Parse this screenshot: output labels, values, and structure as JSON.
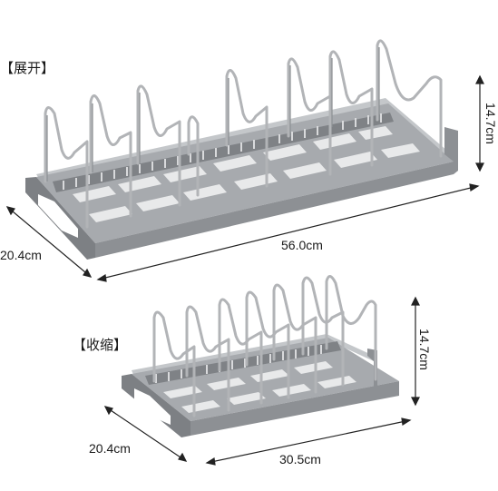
{
  "labels": {
    "expanded": "【展开】",
    "collapsed": "【收缩】",
    "dim_expanded_width": "56.0cm",
    "dim_expanded_depth": "20.4cm",
    "dim_expanded_height": "14.7cm",
    "dim_collapsed_width": "30.5cm",
    "dim_collapsed_depth": "20.4cm",
    "dim_collapsed_height": "14.7cm"
  },
  "colors": {
    "tray": "#9a9da1",
    "tray_light": "#c4c7ca",
    "tray_dark": "#6f7276",
    "wire": "#b7b9bc",
    "wire_dark": "#8c8f93",
    "dimension_line": "#222222",
    "text": "#1a1a1a"
  }
}
